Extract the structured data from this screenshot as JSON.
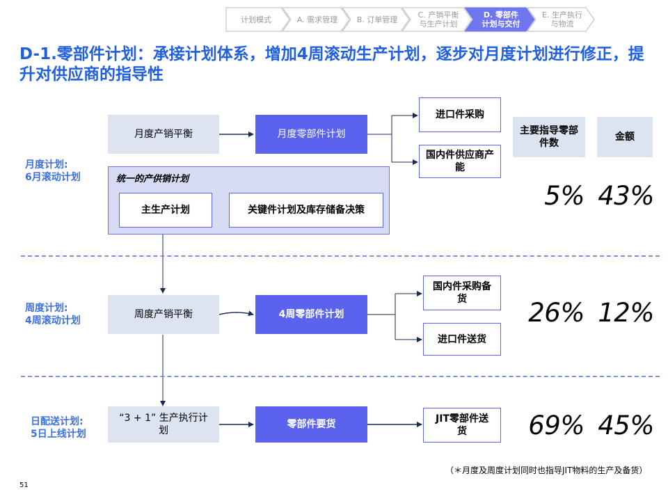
{
  "breadcrumb": [
    {
      "line1": "计划模式",
      "line2": "",
      "active": false
    },
    {
      "line1": "A. 需求管理",
      "line2": "",
      "active": false
    },
    {
      "line1": "B. 订单管理",
      "line2": "",
      "active": false
    },
    {
      "line1": "C. 产销平衡",
      "line2": "与生产计划",
      "active": false
    },
    {
      "line1": "D. 零部件",
      "line2": "计划与交付",
      "active": true
    },
    {
      "line1": "E. 生产执行",
      "line2": "与物流",
      "active": false
    }
  ],
  "colors": {
    "accent": "#5b63ee",
    "title": "#1f5fe0",
    "light": "#dbe4f0",
    "crumb_active": "#6f76ee"
  },
  "title": "D-1.零部件计划：承接计划体系，增加4周滚动生产计划，逐步对月度计划进行修正，提升对供应商的指导性",
  "headers": {
    "count": "主要指导零部件数",
    "amount": "金额"
  },
  "monthly": {
    "side_line1": "月度计划:",
    "side_line2": "6月滚动计划",
    "balance": "月度产销平衡",
    "plan": "月度零部件计划",
    "out1": "进口件采购",
    "out2": "国内件供应商产能",
    "group_title": "统一的产供销计划",
    "group_item1": "主生产计划",
    "group_item2": "关键件计划及库存储备决策",
    "pct_count": "5%",
    "pct_amount": "43%"
  },
  "weekly": {
    "side_line1": "周度计划:",
    "side_line2": "4周滚动计划",
    "balance": "周度产销平衡",
    "plan": "4周零部件计划",
    "out1": "国内件采购备货",
    "out2": "进口件送货",
    "pct_count": "26%",
    "pct_amount": "12%"
  },
  "daily": {
    "side_line1": "日配送计划:",
    "side_line2": "5日上线计划",
    "balance": "“3 + 1” 生产执行计划",
    "plan": "零部件要货",
    "out1": "JIT零部件送货",
    "pct_count": "69%",
    "pct_amount": "45%"
  },
  "note": "（＊月度及周度计划同时也指导JIT物料的生产及备货）",
  "page_number": "51"
}
